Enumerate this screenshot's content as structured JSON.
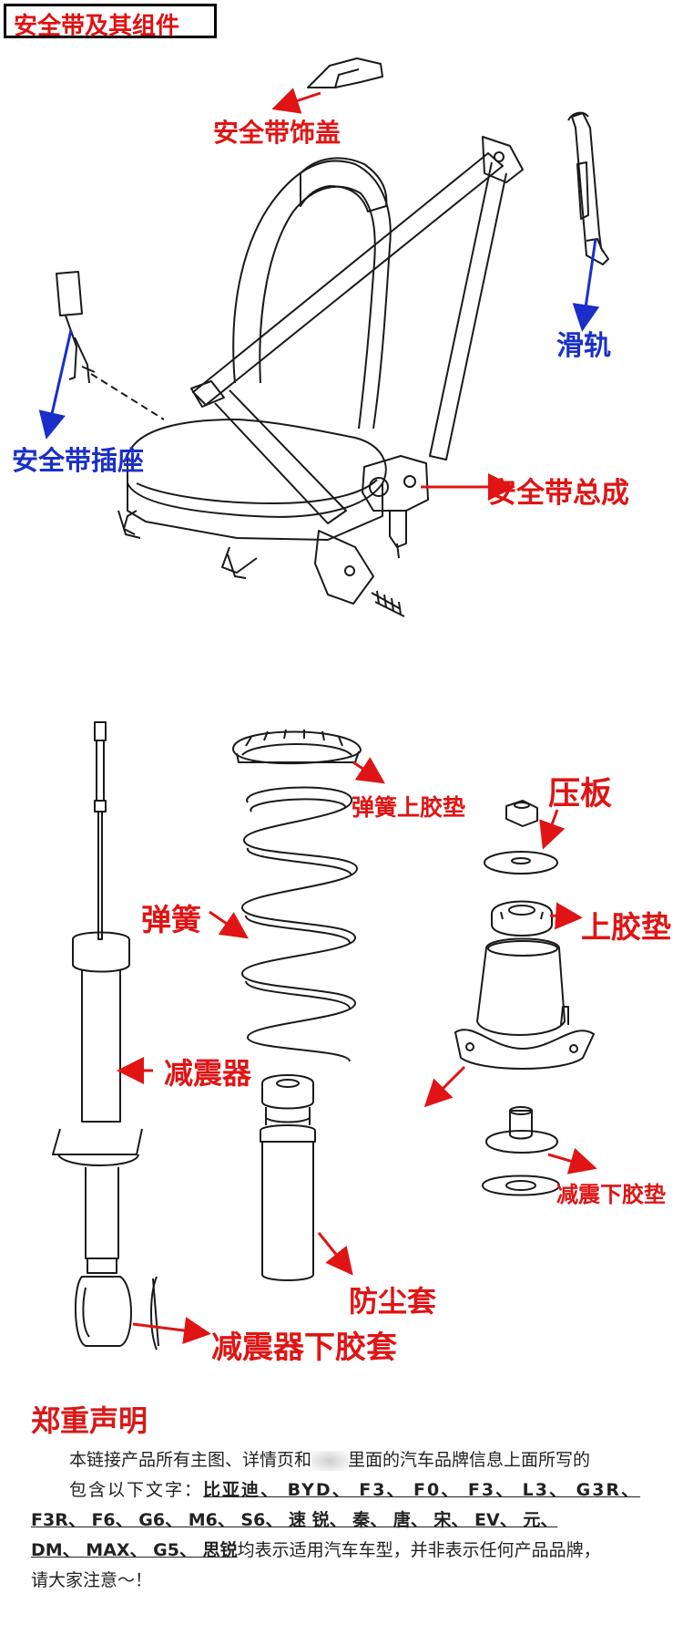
{
  "header": {
    "title": "安全带及其组件"
  },
  "seatbelt": {
    "labels": {
      "trim_cover": "安全带饰盖",
      "rail": "滑轨",
      "buckle": "安全带插座",
      "assembly": "安全带总成"
    }
  },
  "suspension": {
    "labels": {
      "spring_upper_pad": "弹簧上胶垫",
      "pressure_plate": "压板",
      "upper_pad": "上胶垫",
      "spring": "弹簧",
      "shock_absorber": "减震器",
      "shock_lower_pad": "减震下胶垫",
      "dust_cover": "防尘套",
      "shock_lower_bushing": "减震器下胶套"
    }
  },
  "declaration": {
    "title": "郑重声明",
    "line1_a": "本链接产品所有主图、详情页和",
    "line1_b": "里面的汽车品牌信息上面所写的",
    "line2_a": "包含以下文字：",
    "line2_u": "比亚迪、 BYD、 F3、 F0、 F3、 L3、 G3R、",
    "line3_u": "F3R、 F6、 G6、 M6、 S6、 速 锐、 秦、 唐、 宋、 EV、 元、",
    "line4_u": "DM、 MAX、 G5、 思锐",
    "line4_b": "均表示适用汽车车型，并非表示任何产品品牌，",
    "line5": "请大家注意～！"
  },
  "colors": {
    "label_red": "#e01414",
    "label_blue": "#1a2fc8",
    "line_art": "#1a1a1a"
  }
}
